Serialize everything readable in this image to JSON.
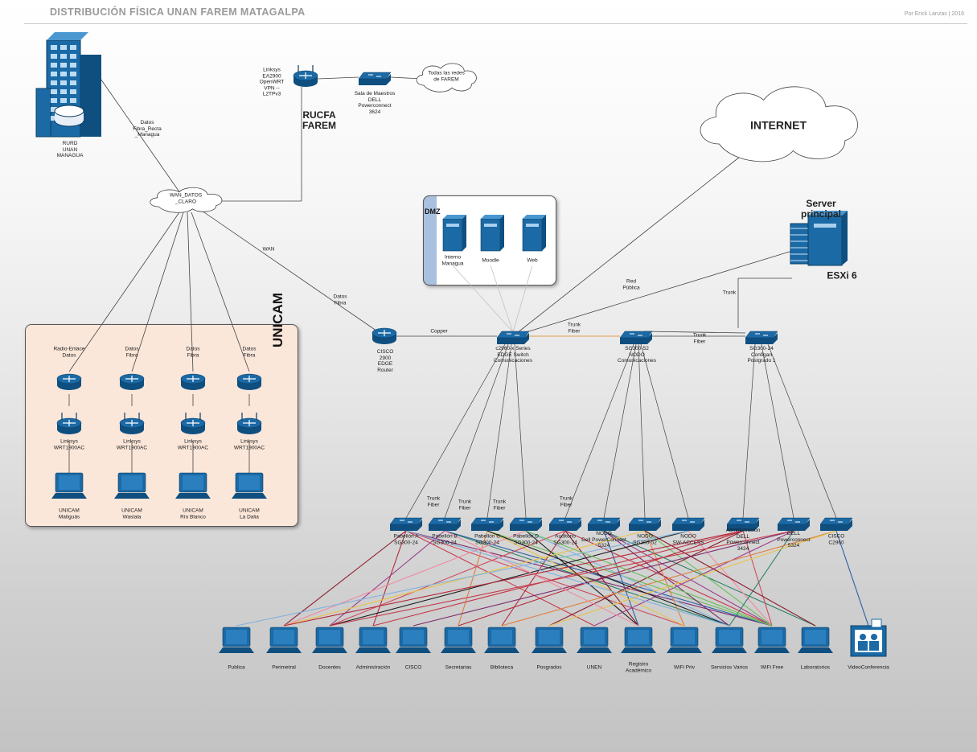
{
  "header": {
    "title": "DISTRIBUCIÓN FÍSICA UNAN FAREM MATAGALPA",
    "author": "Por Erick Lanzas  |  2016"
  },
  "colors": {
    "device_blue": "#1b6aa6",
    "device_dark": "#0f4f80",
    "unicam_bg": "#fbe7da"
  },
  "nodes": {
    "rurd": "RURD\nUNAN\nMANAGUA",
    "wan_cloud": "WAN_DATOS\n_CLARO",
    "linksys_main": "Linksys\nEA2900\nOpenWRT\nVPN --\nL2TPv3",
    "rucfa": "RUCFA\nFAREM",
    "sala_maestros": "Sala de Maestros\nDELL\nPowerconnect\n3624",
    "todas_redes": "Todas las redes\nde FAREM",
    "internet": "INTERNET",
    "server_principal": "Server principal",
    "esxi": "ESXi 6",
    "cisco_edge": "CISCO\n2900\nEDGE\nRouter",
    "core_switch": "c2960-x Series\nEDGE  Switch\nComunicaciones",
    "nodo_switch": "SG300-52\nNODO\nComunicaciones",
    "postgrado_switch": "SG300-24\nConfigan\nPostgrado 1"
  },
  "dmz": {
    "title": "DMZ",
    "servers": [
      "Interno\nManagua",
      "Moodle",
      "Web"
    ]
  },
  "unicam": {
    "title": "UNICAM",
    "link_labels": [
      "Radio-Enlace\nDatos",
      "Datos\nFibra",
      "Datos\nFibra",
      "Datos\nFibra"
    ],
    "linksys_labels": [
      "Linksys\nWRT1900AC",
      "Linksys\nWRT1900AC",
      "Linksys\nWRT1900AC",
      "Linksys\nWRT1900AC"
    ],
    "sites": [
      "UNICAM\nMatiguás",
      "UNICAM\nWaslala",
      "UNICAM\nRío Blanco",
      "UNICAM\nLa Dalia"
    ]
  },
  "edge_labels": {
    "wan_rurd": "Datos\nFibra_Recta\n_Managua",
    "wan": "WAN",
    "datos_fibra": "Datos\nFibra",
    "copper": "Copper",
    "trunk_fiber_1": "Trunk\nFiber",
    "trunk_fiber_2": "Trunk\nFiber",
    "red_publica": "Red\nPública",
    "trunk": "Trunk",
    "access_trunks": [
      "Trunk\nFiber",
      "Trunk\nFiber",
      "Trunk\nFiber",
      "Trunk\nFiber"
    ]
  },
  "access_switches": [
    "Pabellón A\nSG300-24",
    "Pabellón B\nSG300-24",
    "Pabellón C\nSG300-24",
    "Pabellón D\nSG300-24",
    "Auditorio\nSG300-24",
    "NODO\nDell PowerConnect\n5324",
    "NODO\nSG300-52",
    "NODO\nSW-ACCESS",
    "Administración\nDELL\nPowerconnect\n3424",
    "DELL\nPowerconnect\n5324",
    "CISCO\nC2960"
  ],
  "endpoints": [
    "Publica",
    "Perimetral",
    "Docentes",
    "Administración",
    "CISCO",
    "Secretarias",
    "Biblioteca",
    "Posgrados",
    "UNEN",
    "Registro\nAcadémico",
    "WiFi Priv",
    "Servicios Varios",
    "WiFi Free",
    "Laboratorios",
    "VideoConferencia"
  ]
}
